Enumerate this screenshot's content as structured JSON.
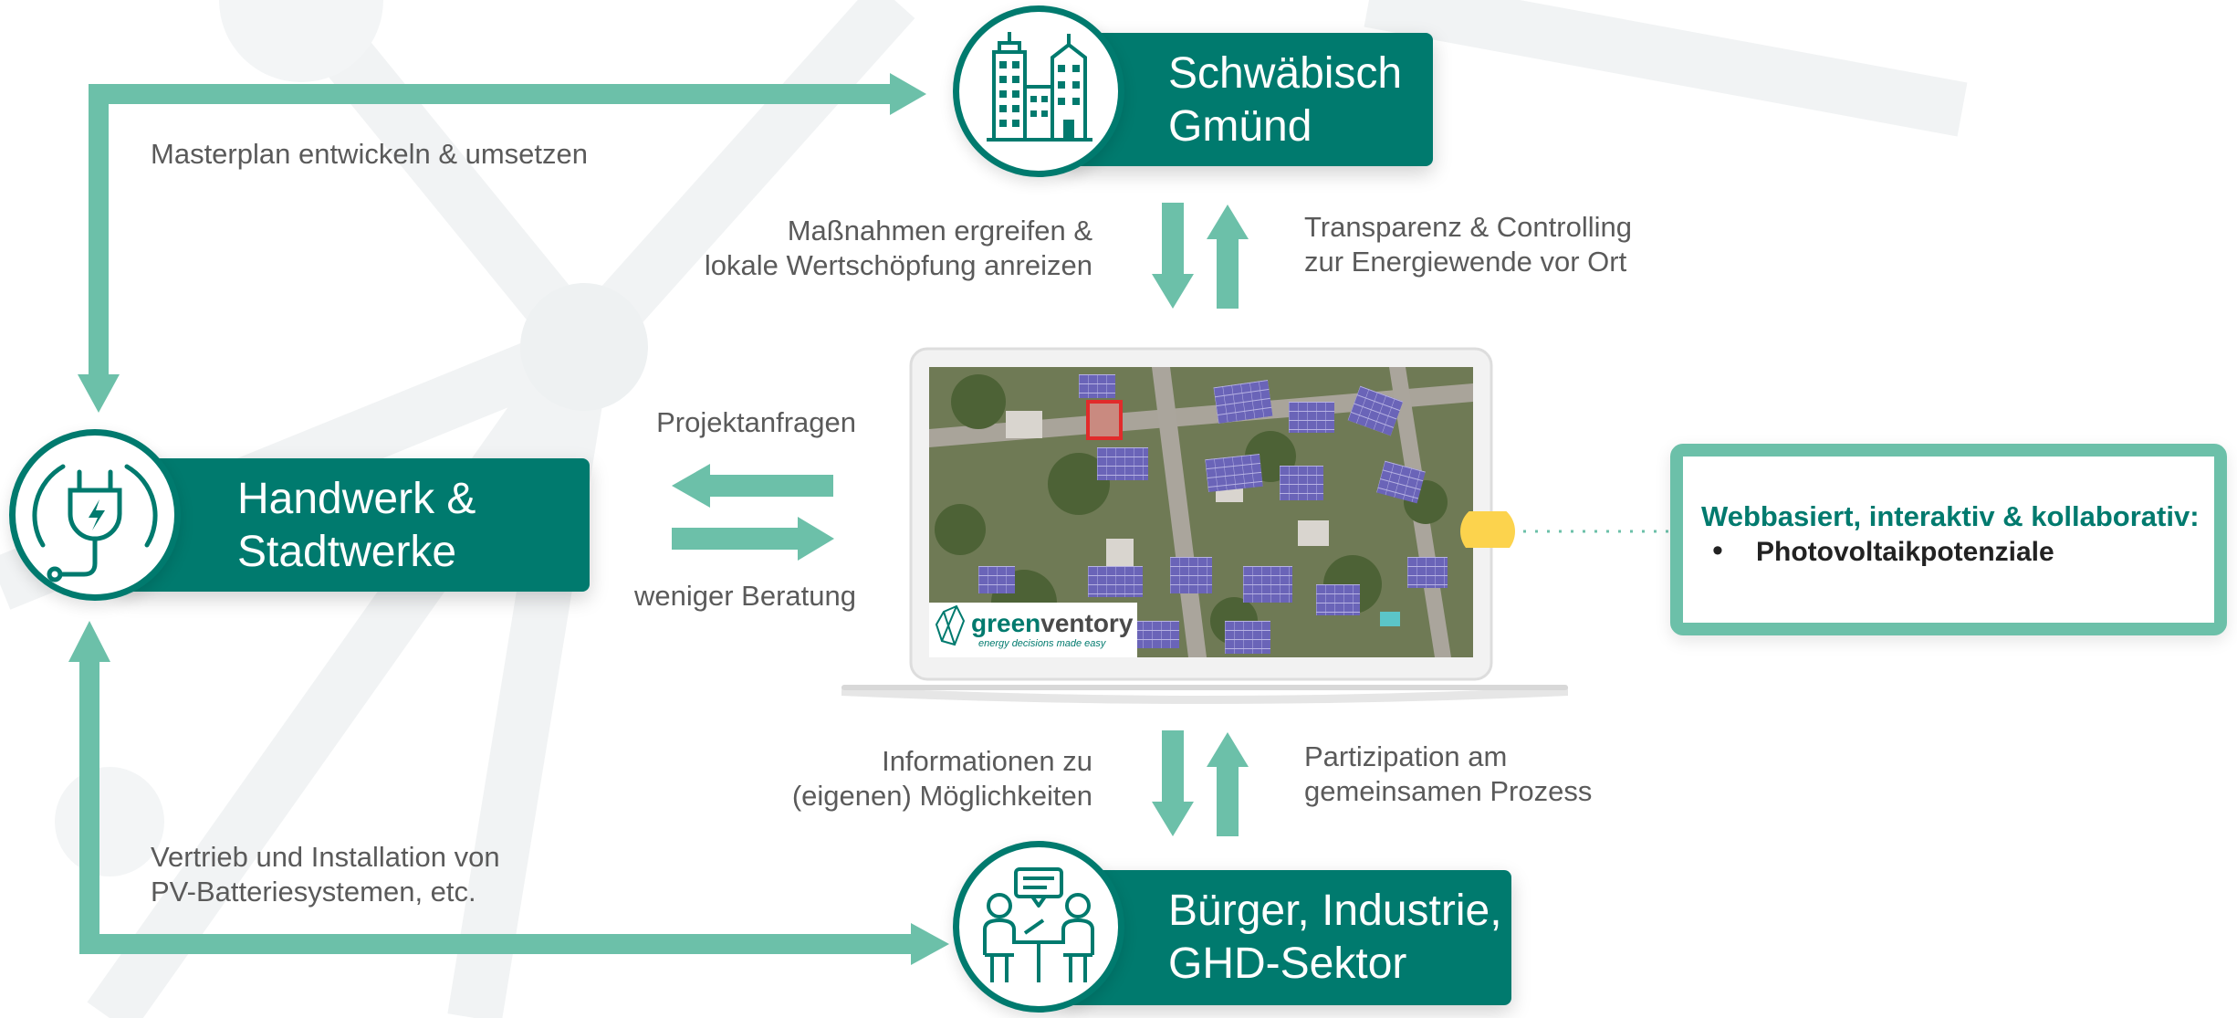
{
  "nodes": {
    "city": {
      "line1": "Schwäbisch",
      "line2": "Gmünd",
      "icon": "city-buildings-icon"
    },
    "craft": {
      "line1": "Handwerk &",
      "line2": "Stadtwerke",
      "icon": "power-plug-icon"
    },
    "citizens": {
      "line1": "Bürger, Industrie,",
      "line2": "GHD-Sektor",
      "icon": "meeting-people-icon"
    }
  },
  "edges": {
    "masterplan": "Masterplan entwickeln & umsetzen",
    "measures": {
      "line1": "Maßnahmen ergreifen &",
      "line2": "lokale Wertschöpfung anreizen"
    },
    "transparency": {
      "line1": "Transparenz & Controlling",
      "line2": "zur Energiewende vor Ort"
    },
    "project_requests": "Projektanfragen",
    "less_consulting": "weniger Beratung",
    "information": {
      "line1": "Informationen zu",
      "line2": "(eigenen) Möglichkeiten"
    },
    "participation": {
      "line1": "Partizipation am",
      "line2": "gemeinsamen Prozess"
    },
    "sales": {
      "line1": "Vertrieb und Installation von",
      "line2": "PV-Batteriesystemen, etc."
    }
  },
  "laptop": {
    "brand_prefix": "green",
    "brand_suffix": "ventory",
    "tagline": "energy decisions made easy"
  },
  "infobox": {
    "title": "Webbasiert, interaktiv & kollaborativ:",
    "items": [
      "Photovoltaikpotenziale"
    ]
  },
  "colors": {
    "primary": "#007a6e",
    "arrow": "#6cc0a9",
    "highlight": "#fcd34d"
  }
}
